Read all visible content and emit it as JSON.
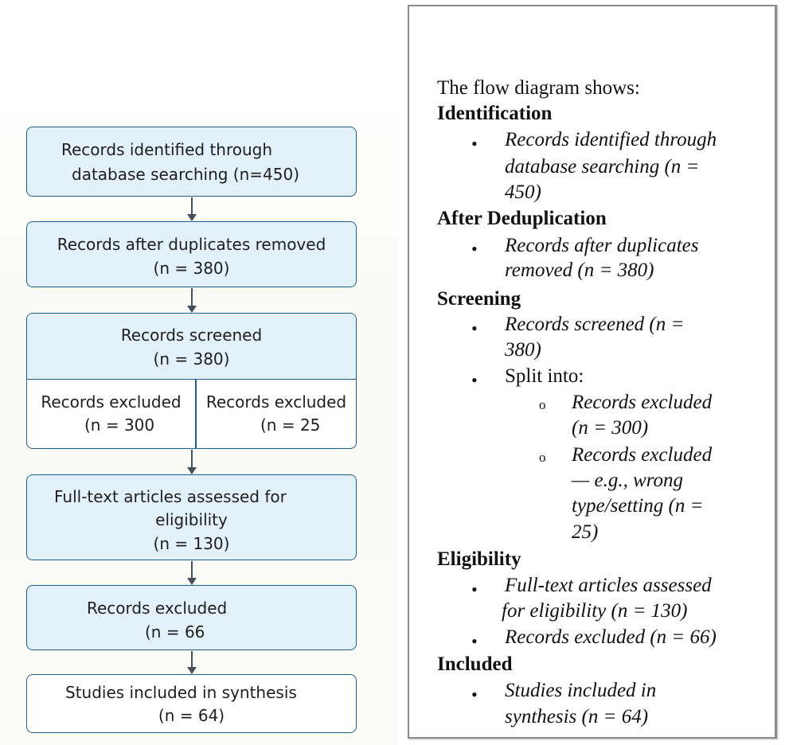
{
  "flow": {
    "box1": {
      "line1": "Records identified through",
      "line2": "database searching (n=450)"
    },
    "box2": {
      "line1": "Records after duplicates removed",
      "line2": "(n = 380)"
    },
    "box3": {
      "line1": "Records screened",
      "line2": "(n = 380)",
      "left": {
        "line1": "Records excluded",
        "line2": "(n = 300"
      },
      "right": {
        "line1": "Records excluded",
        "line2": "(n = 25"
      }
    },
    "box4": {
      "line1": "Full-text articles assessed for",
      "line2": "eligibility",
      "line3": "(n = 130)"
    },
    "box5": {
      "line1": "Records excluded",
      "line2": "(n = 66"
    },
    "box6": {
      "line1": "Studies included in synthesis",
      "line2": "(n = 64)"
    }
  },
  "panel": {
    "intro": "The flow diagram shows:",
    "identification": {
      "heading": "Identification",
      "item1": [
        "Records identified through",
        "database searching (n =",
        "450)"
      ]
    },
    "deduplication": {
      "heading": "After Deduplication",
      "item1": [
        "Records after duplicates",
        "removed (n = 380)"
      ]
    },
    "screening": {
      "heading": "Screening",
      "item1": [
        "Records screened (n =",
        "380)"
      ],
      "item2": "Split into:",
      "sub1": [
        "Records excluded",
        "(n = 300)"
      ],
      "sub2": [
        "Records excluded",
        "— e.g., wrong",
        "type/setting (n =",
        "25)"
      ]
    },
    "eligibility": {
      "heading": "Eligibility",
      "item1": [
        "Full-text articles assessed",
        "for eligibility (n = 130)"
      ],
      "item2": "Records excluded (n = 66)"
    },
    "included": {
      "heading": "Included",
      "item1": [
        "Studies included in",
        "synthesis (n = 64)"
      ]
    }
  },
  "colors": {
    "box_fill": "#e3f1fb",
    "box_border": "#1f5f8b"
  }
}
